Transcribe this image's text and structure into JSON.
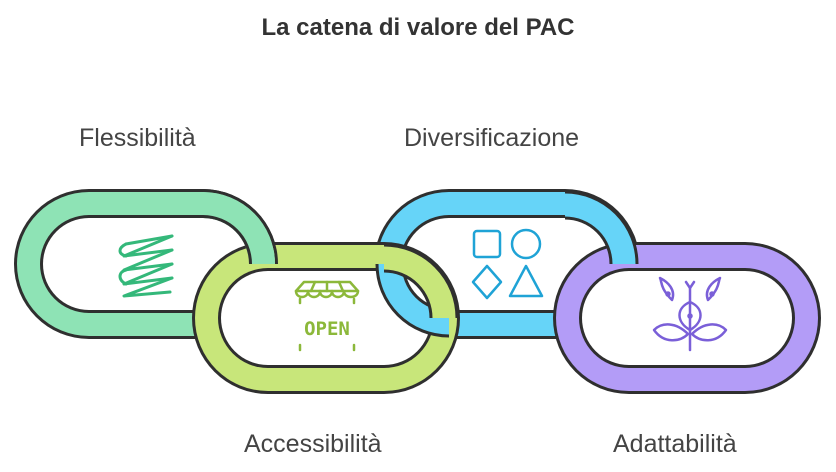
{
  "title": "La catena di valore del PAC",
  "links": [
    {
      "label": "Flessibilità",
      "color": "#8ee3b5",
      "icon": "spring-icon"
    },
    {
      "label": "Accessibilità",
      "color": "#c8e67a",
      "icon": "open-shop-icon",
      "icon_text": "OPEN"
    },
    {
      "label": "Diversificazione",
      "color": "#66d4f8",
      "icon": "shapes-icon"
    },
    {
      "label": "Adattabilità",
      "color": "#b39cf7",
      "icon": "growing-plant-icon"
    }
  ],
  "colors": {
    "outline": "#2f2f2f",
    "spring_icon": "#34b87a",
    "open_icon": "#8cb83a",
    "shapes_icon": "#1fa3d6",
    "plant_icon": "#7a5fd8"
  }
}
